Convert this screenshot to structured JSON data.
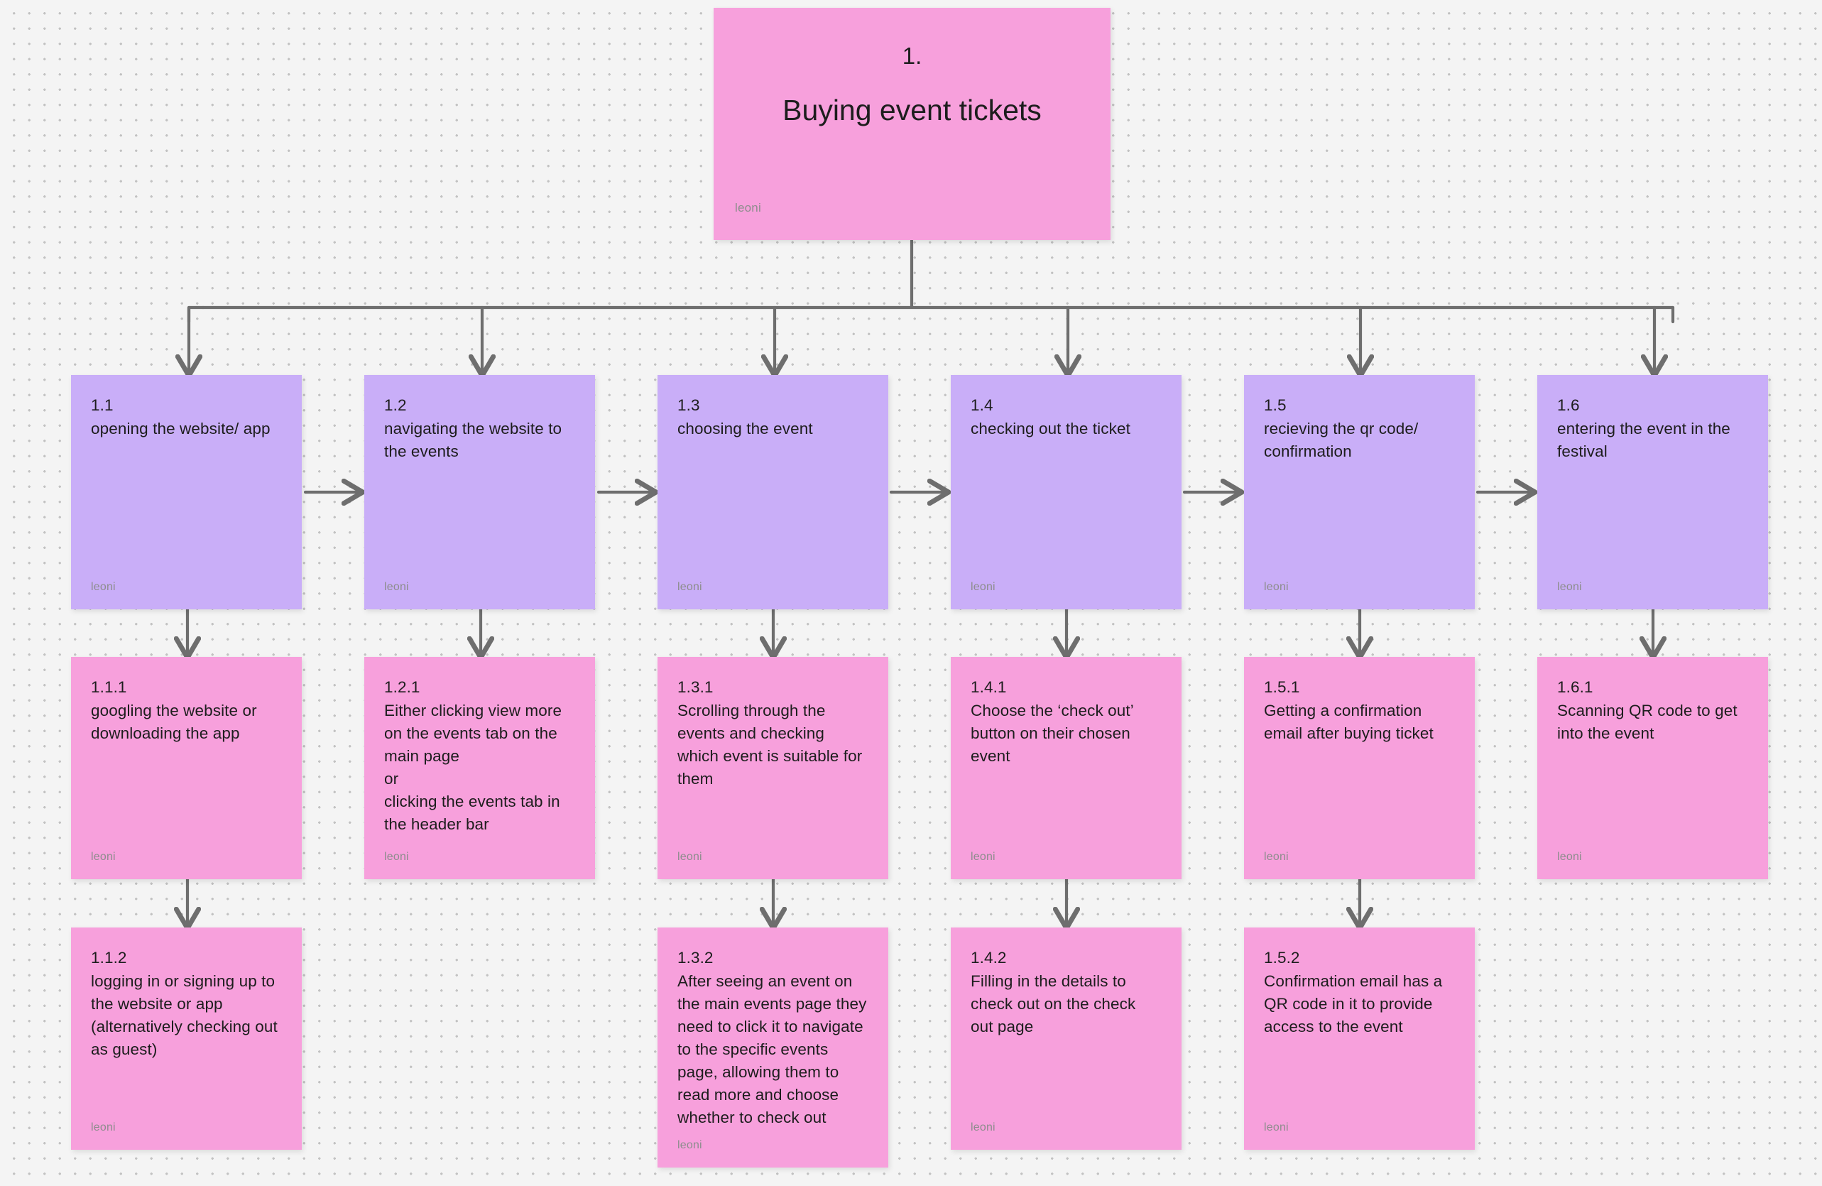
{
  "board": {
    "background_color": "#f4f4f4",
    "dot_color": "#c2c2c2",
    "connector_color": "#6e6e6e"
  },
  "title_card": {
    "number": "1.",
    "label": "Buying event tickets",
    "author": "leoni",
    "color": "#f7a0dc"
  },
  "level1": {
    "color": "#c9aef8",
    "cards": [
      {
        "id": "1.1",
        "text": "opening the website/ app",
        "author": "leoni"
      },
      {
        "id": "1.2",
        "text": "navigating the website to\nthe events",
        "author": "leoni"
      },
      {
        "id": "1.3",
        "text": "choosing the event",
        "author": "leoni"
      },
      {
        "id": "1.4",
        "text": "checking out the ticket",
        "author": "leoni"
      },
      {
        "id": "1.5",
        "text": "recieving the qr code/\nconfirmation",
        "author": "leoni"
      },
      {
        "id": "1.6",
        "text": "entering the event in the\nfestival",
        "author": "leoni"
      }
    ]
  },
  "level2": {
    "color": "#f7a0dc",
    "cards": [
      {
        "id": "1.1.1",
        "text": "googling the website or\ndownloading the app",
        "author": "leoni"
      },
      {
        "id": "1.2.1",
        "text": "Either clicking view more\non the events tab on the\nmain page\nor\nclicking the events tab in\nthe header bar",
        "author": "leoni"
      },
      {
        "id": "1.3.1",
        "text": "Scrolling through the\nevents and checking\nwhich event is suitable for\nthem",
        "author": "leoni"
      },
      {
        "id": "1.4.1",
        "text": "Choose the ‘check out’\nbutton on their chosen\nevent",
        "author": "leoni"
      },
      {
        "id": "1.5.1",
        "text": "Getting a confirmation\nemail after buying ticket",
        "author": "leoni"
      },
      {
        "id": "1.6.1",
        "text": "Scanning QR code to get\ninto the event",
        "author": "leoni"
      }
    ]
  },
  "level3": {
    "color": "#f7a0dc",
    "cards": [
      {
        "id": "1.1.2",
        "text": "logging in or signing up to\nthe website or app\n(alternatively checking out\nas guest)",
        "author": "leoni"
      },
      {
        "id": "1.3.2",
        "text": "After seeing an event on\nthe main events page they\nneed to click it to navigate\nto the specific events\npage, allowing them to\nread more and choose\nwhether to check out",
        "author": "leoni"
      },
      {
        "id": "1.4.2",
        "text": "Filling in the details to\ncheck out on the check\nout page",
        "author": "leoni"
      },
      {
        "id": "1.5.2",
        "text": "Confirmation email has a\nQR code in it to provide\naccess to the event",
        "author": "leoni"
      }
    ]
  }
}
